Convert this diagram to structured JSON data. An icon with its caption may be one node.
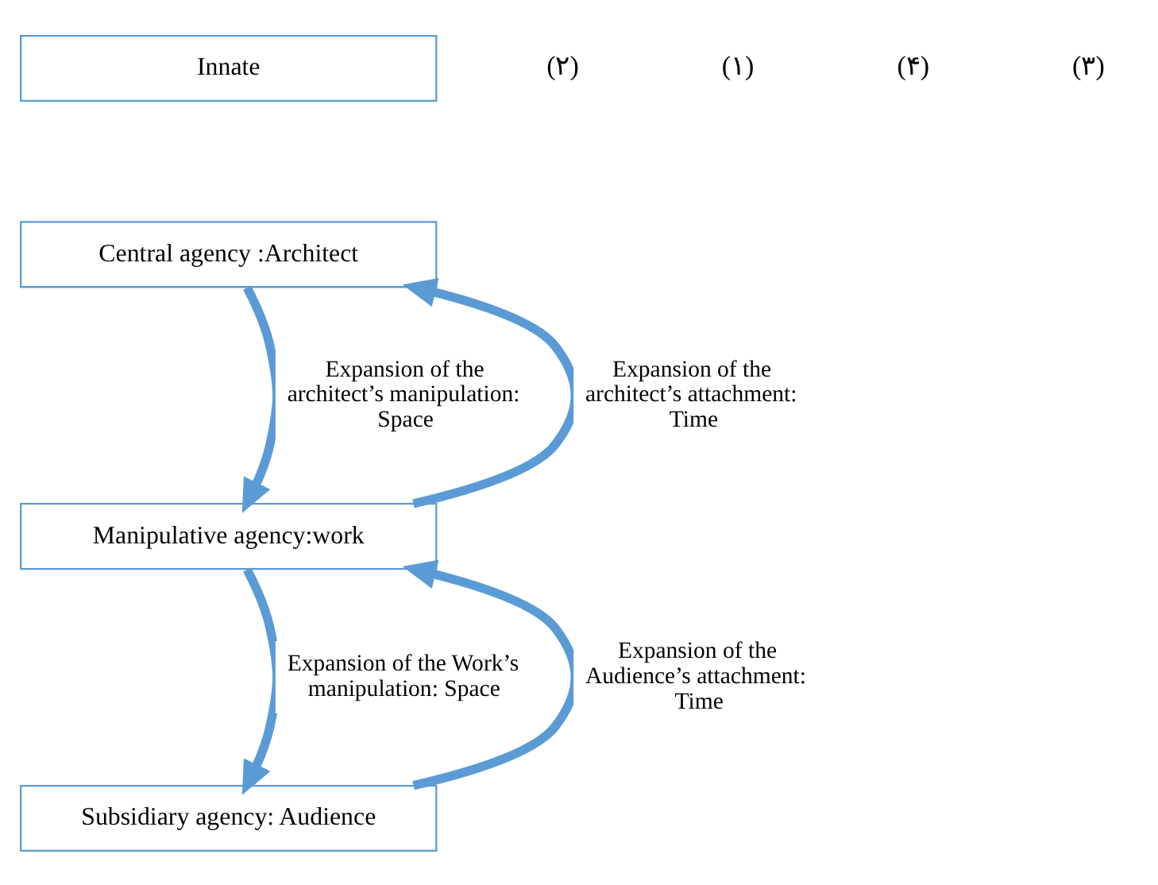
{
  "diagram": {
    "nodes": [
      {
        "text": [
          "Innate"
        ]
      },
      {
        "text": [
          "Central agency :Architect"
        ]
      },
      {
        "text": [
          "Manipulative agency:work"
        ]
      },
      {
        "text": [
          "Subsidiary agency: Audience"
        ]
      }
    ],
    "edges": [
      {
        "from": 1,
        "to": 2,
        "arrow": "to",
        "label": "Expansion of the architect’s manipulation: Space"
      },
      {
        "from": 2,
        "to": 1,
        "arrow": "to",
        "label": "Expansion of the architect’s attachment: Time"
      },
      {
        "from": 2,
        "to": 3,
        "arrow": "to",
        "label": "Expansion of the Work’s manipulation: Space"
      },
      {
        "from": 3,
        "to": 2,
        "arrow": "to",
        "label": "Expansion of the Audience’s attachment: Time"
      }
    ],
    "labels": [
      "(۲)",
      "(۱)",
      "(۴)",
      "(۳)"
    ]
  }
}
